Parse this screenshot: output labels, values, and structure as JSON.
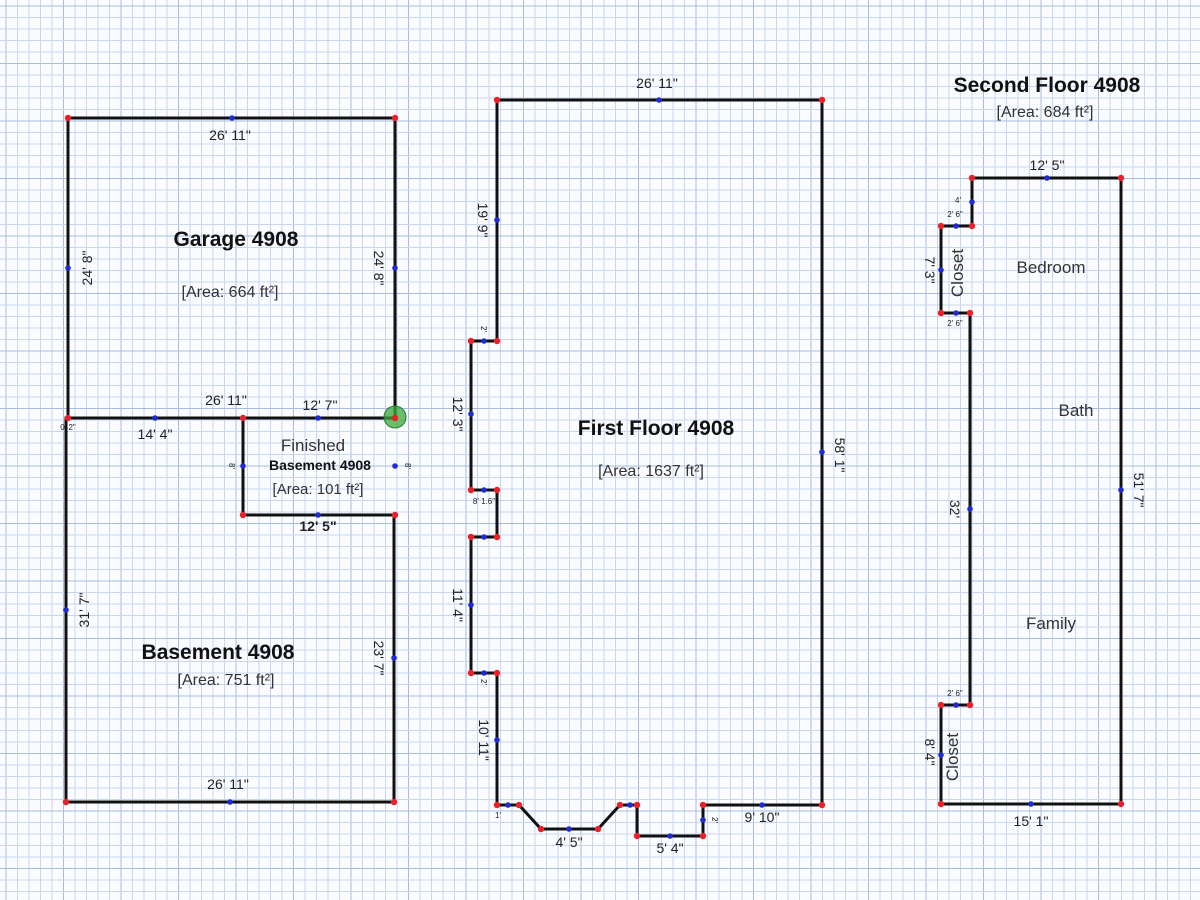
{
  "rooms": {
    "garage": {
      "title": "Garage 4908",
      "area": "[Area: 664 ft²]"
    },
    "finished_basement": {
      "line1": "Finished",
      "line2": "Basement 4908",
      "area": "[Area: 101 ft²]"
    },
    "basement": {
      "title": "Basement 4908",
      "area": "[Area: 751 ft²]"
    },
    "first_floor": {
      "title": "First Floor 4908",
      "area": "[Area: 1637 ft²]"
    },
    "second_floor": {
      "title": "Second Floor 4908",
      "area": "[Area: 684 ft²]"
    }
  },
  "labels": {
    "closet_top": "Closet",
    "bedroom": "Bedroom",
    "bath": "Bath",
    "family": "Family",
    "closet_bottom": "Closet"
  },
  "dims": {
    "garage_top": "26' 11\"",
    "garage_left": "24' 8\"",
    "garage_right": "24' 8\"",
    "garage_bottom": "26' 11\"",
    "fin_top": "12' 7\"",
    "fin_bottom": "12' 5\"",
    "fin_left": "8'",
    "fin_right": "8'",
    "basement_inner": "14' 4\"",
    "basement_small": "0' 2\"",
    "basement_left": "31' 7\"",
    "basement_right": "23' 7\"",
    "basement_bottom": "26' 11\"",
    "ff_top": "26' 11\"",
    "ff_left_upper": "19' 9\"",
    "ff_left_mid": "12' 3\"",
    "ff_left_lower": "11' 4\"",
    "ff_left_bottom": "10' 11\"",
    "ff_right": "58' 1\"",
    "ff_bottom_right": "9' 10\"",
    "ff_bay1": "4' 5\"",
    "ff_bay2": "5' 4\"",
    "ff_small_a": "2'",
    "ff_small_b": "8' 1.6\"",
    "ff_small_c": "2'",
    "ff_small_d": "1'",
    "ff_small_e": "2'",
    "sf_top": "12' 5\"",
    "sf_right": "51' 7\"",
    "sf_bottom": "15' 1\"",
    "sf_left": "32'",
    "sf_step1": "4'",
    "sf_step2": "2' 6\"",
    "sf_closet1": "7' 3\"",
    "sf_step3": "2' 6\"",
    "sf_step4": "2' 6\"",
    "sf_closet2": "8' 4\""
  }
}
